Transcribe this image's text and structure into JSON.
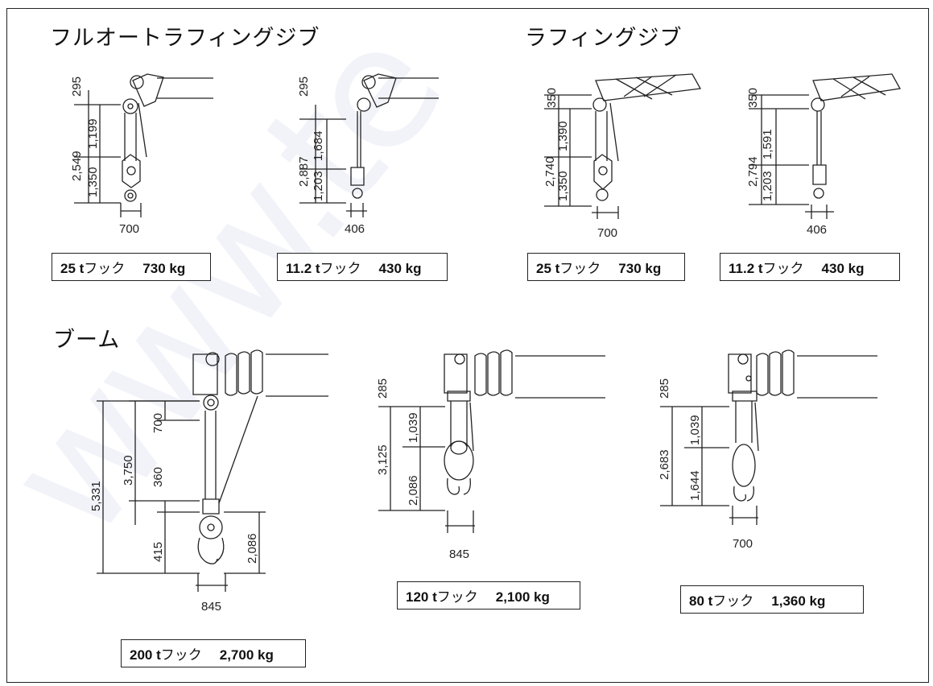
{
  "headings": {
    "full_auto_luffing_jib": "フルオートラフィングジブ",
    "luffing_jib": "ラフィングジブ",
    "boom": "ブーム"
  },
  "watermark": "www.te",
  "hooks": [
    {
      "id": "faj-25t",
      "hook": "25 t",
      "kana": "フック",
      "mass": "730 kg",
      "dims": [
        "295",
        "2,549",
        "1,199",
        "1,350",
        "700"
      ]
    },
    {
      "id": "faj-11t",
      "hook": "11.2 t",
      "kana": "フック",
      "mass": "430 kg",
      "dims": [
        "295",
        "2,887",
        "1,684",
        "1,203",
        "406"
      ]
    },
    {
      "id": "lj-25t",
      "hook": "25 t",
      "kana": "フック",
      "mass": "730 kg",
      "dims": [
        "350",
        "2,740",
        "1,390",
        "1,350",
        "700"
      ]
    },
    {
      "id": "lj-11t",
      "hook": "11.2 t",
      "kana": "フック",
      "mass": "430 kg",
      "dims": [
        "350",
        "2,794",
        "1,591",
        "1,203",
        "406"
      ]
    },
    {
      "id": "boom-200t",
      "hook": "200 t",
      "kana": "フック",
      "mass": "2,700 kg",
      "dims": [
        "5,331",
        "3,750",
        "700",
        "360",
        "415",
        "2,086",
        "845"
      ]
    },
    {
      "id": "boom-120t",
      "hook": "120 t",
      "kana": "フック",
      "mass": "2,100 kg",
      "dims": [
        "285",
        "3,125",
        "1,039",
        "2,086",
        "845"
      ]
    },
    {
      "id": "boom-80t",
      "hook": "80 t",
      "kana": "フック",
      "mass": "1,360 kg",
      "dims": [
        "285",
        "2,683",
        "1,039",
        "1,644",
        "700"
      ]
    }
  ],
  "colors": {
    "ink": "#222222",
    "paper": "#ffffff"
  }
}
